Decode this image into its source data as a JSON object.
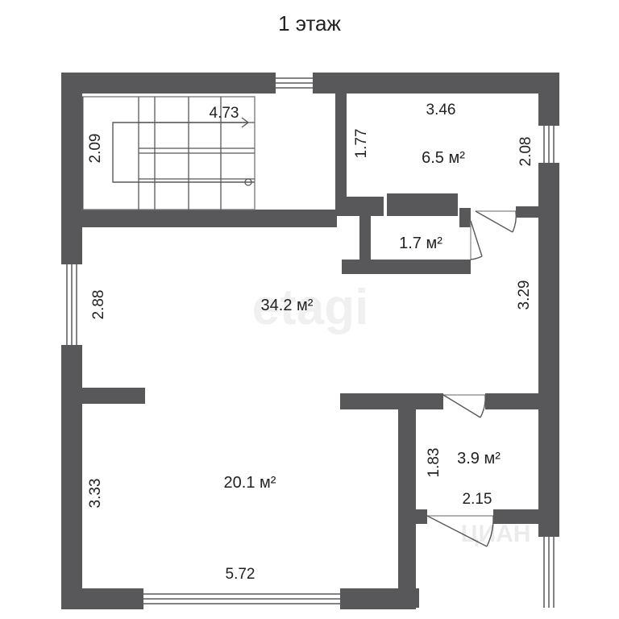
{
  "title": "1 этаж",
  "rooms": {
    "main_hall": "34.2 м²",
    "living": "20.1 м²",
    "top_right": "6.5 м²",
    "closet": "1.7 м²",
    "bathroom": "3.9 м²"
  },
  "dimensions": {
    "stair_length": "4.73",
    "stair_width": "2.09",
    "top_right_width": "3.46",
    "top_right_left": "1.77",
    "top_right_right": "2.08",
    "hall_left": "2.88",
    "hall_right": "3.29",
    "living_left": "3.33",
    "living_bottom": "5.72",
    "bath_left": "1.83",
    "bath_width": "2.15"
  },
  "watermarks": {
    "center": "etagi",
    "bottom_right": "ЦИАН"
  },
  "colors": {
    "wall": "#58585a",
    "text": "#222222",
    "window": "#ffffff"
  }
}
